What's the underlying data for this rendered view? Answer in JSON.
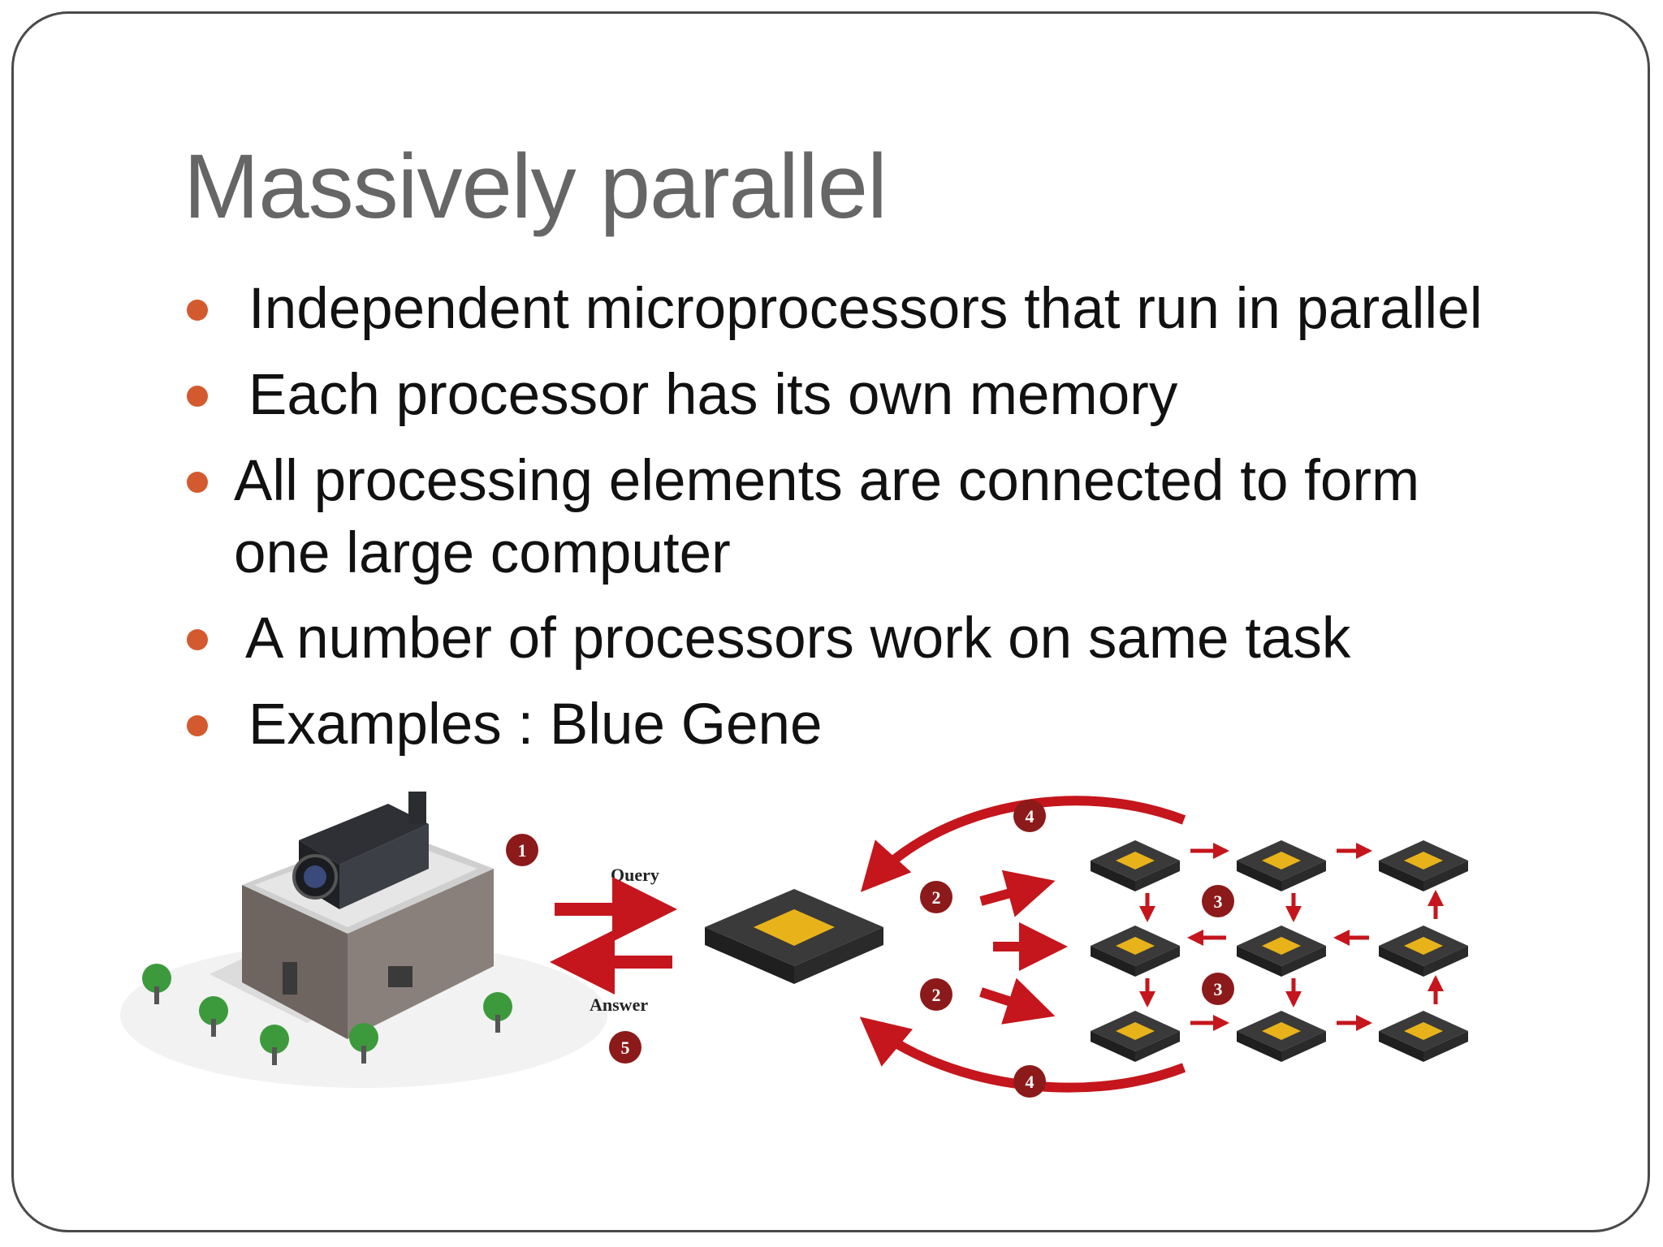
{
  "slide": {
    "title": "Massively parallel",
    "bullets": [
      {
        "text": "Independent microprocessors that run in parallel"
      },
      {
        "text": "Each processor has its own memory"
      },
      {
        "text_line1": "All processing elements are connected to form",
        "text_line2": "one large computer"
      },
      {
        "text": "A number of processors work on same task"
      },
      {
        "text": "Examples : Blue Gene"
      }
    ]
  },
  "diagram": {
    "labels": {
      "query": "Query",
      "answer": "Answer"
    },
    "steps": {
      "s1": "1",
      "s2": "2",
      "s3": "3",
      "s4": "4",
      "s5": "5"
    },
    "colors": {
      "arrow": "#c4161c",
      "chip": "#e8b21a",
      "bullet": "#d35a2e",
      "step_badge": "#8c1a1a"
    }
  }
}
